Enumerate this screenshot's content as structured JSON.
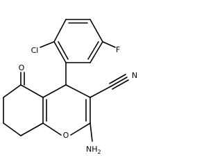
{
  "molecule": {
    "atoms": {
      "cl": "Cl",
      "f": "F",
      "o_ketone": "O",
      "n_nitrile": "N",
      "amino": "NH",
      "amino_sub": "2",
      "o_ring": "O"
    }
  }
}
